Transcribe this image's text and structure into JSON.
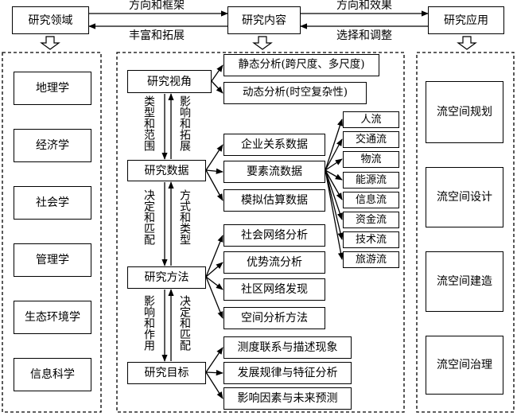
{
  "top": {
    "field": "研究领域",
    "content": "研究内容",
    "application": "研究应用",
    "field_to_content": "方向和框架",
    "content_to_field": "丰富和拓展",
    "content_to_application": "方向和效果",
    "application_to_content": "选择和调整"
  },
  "fields": [
    "地理学",
    "经济学",
    "社会学",
    "管理学",
    "生态环境学",
    "信息科学"
  ],
  "applications": [
    "流空间规划",
    "流空间设计",
    "流空间建造",
    "流空间治理"
  ],
  "dimensions": {
    "perspective": "研究视角",
    "data": "研究数据",
    "methods": "研究方法",
    "goals": "研究目标"
  },
  "vertical_labels": {
    "perspective_data_left": "类型和范围",
    "perspective_data_right": "影响和拓展",
    "data_methods_left": "决定和匹配",
    "data_methods_right": "方式和类型",
    "methods_goals_left": "影响和作用",
    "methods_goals_right": "决定和匹配"
  },
  "perspective_items": [
    "静态分析(跨尺度、多尺度)",
    "动态分析(时空复杂性)"
  ],
  "data_items": [
    "企业关系数据",
    "要素流数据",
    "模拟估算数据"
  ],
  "flow_types": [
    "人流",
    "交通流",
    "物流",
    "能源流",
    "信息流",
    "资金流",
    "技术流",
    "旅游流"
  ],
  "method_items": [
    "社会网络分析",
    "优势流分析",
    "社区网络发现",
    "空间分析方法"
  ],
  "goal_items": [
    "测度联系与描述现象",
    "发展规律与特征分析",
    "影响因素与未来预测"
  ]
}
